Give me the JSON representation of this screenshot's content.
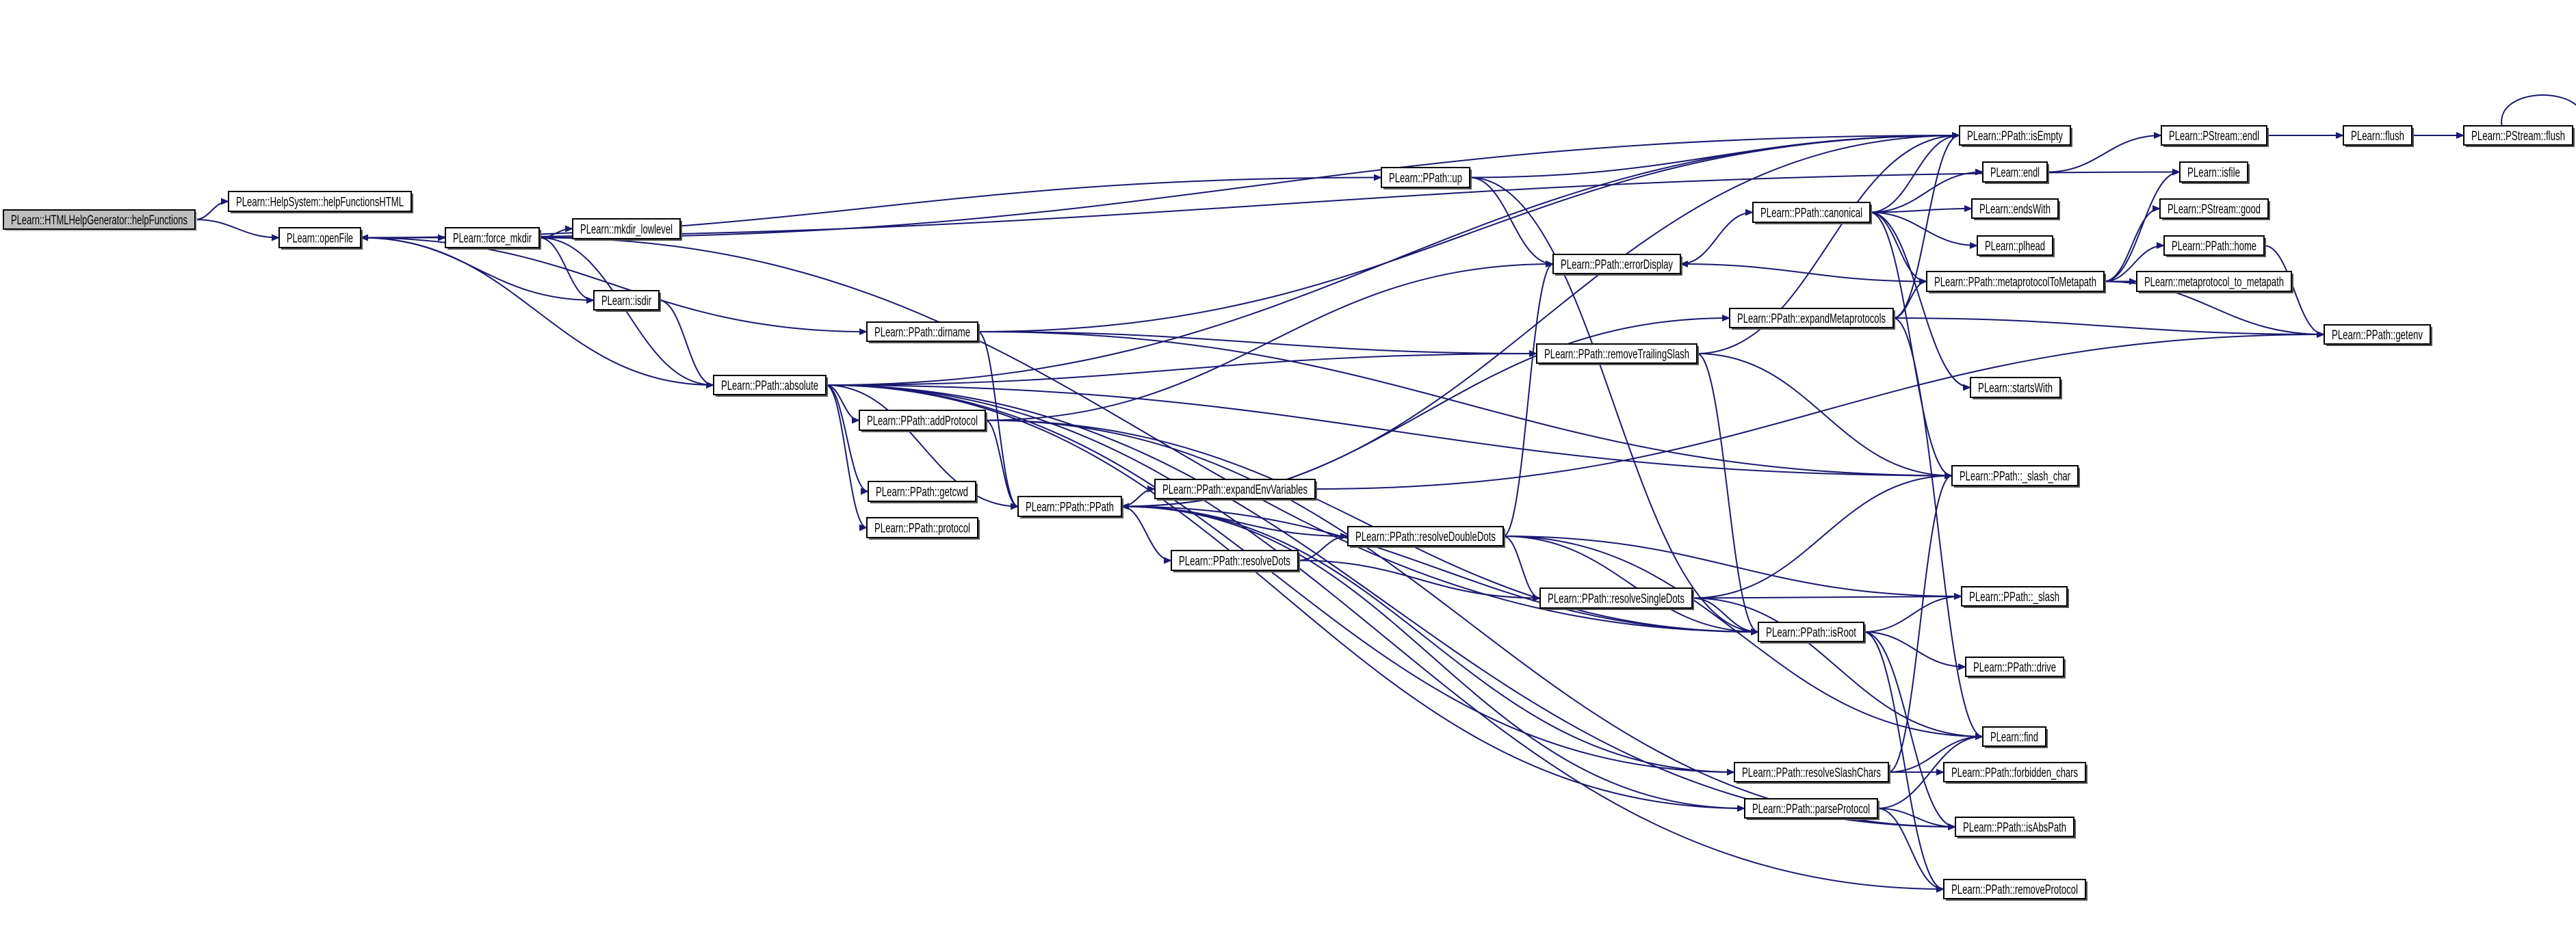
{
  "diagram": {
    "type": "call-graph",
    "colors": {
      "edge": "#191970",
      "root_fill": "#bfbfbf",
      "node_fill": "#ffffff",
      "border": "#000000"
    },
    "nodes": [
      {
        "id": "helpFunctions",
        "label": "PLearn::HTMLHelpGenerator::helpFunctions",
        "root": true
      },
      {
        "id": "helpFunctionsHTML",
        "label": "PLearn::HelpSystem::helpFunctionsHTML"
      },
      {
        "id": "openFile",
        "label": "PLearn::openFile"
      },
      {
        "id": "force_mkdir",
        "label": "PLearn::force_mkdir"
      },
      {
        "id": "mkdir_lowlevel",
        "label": "PLearn::mkdir_lowlevel"
      },
      {
        "id": "isdir",
        "label": "PLearn::isdir"
      },
      {
        "id": "absolute",
        "label": "PLearn::PPath::absolute"
      },
      {
        "id": "up",
        "label": "PLearn::PPath::up"
      },
      {
        "id": "errorDisplay",
        "label": "PLearn::PPath::errorDisplay"
      },
      {
        "id": "dirname",
        "label": "PLearn::PPath::dirname"
      },
      {
        "id": "removeTrailingSlash",
        "label": "PLearn::PPath::removeTrailingSlash"
      },
      {
        "id": "addProtocol",
        "label": "PLearn::PPath::addProtocol"
      },
      {
        "id": "getcwd",
        "label": "PLearn::PPath::getcwd"
      },
      {
        "id": "protocol",
        "label": "PLearn::PPath::protocol"
      },
      {
        "id": "PPath",
        "label": "PLearn::PPath::PPath"
      },
      {
        "id": "expandEnvVariables",
        "label": "PLearn::PPath::expandEnvVariables"
      },
      {
        "id": "resolveDoubleDots",
        "label": "PLearn::PPath::resolveDoubleDots"
      },
      {
        "id": "resolveDots",
        "label": "PLearn::PPath::resolveDots"
      },
      {
        "id": "resolveSingleDots",
        "label": "PLearn::PPath::resolveSingleDots"
      },
      {
        "id": "isEmpty",
        "label": "PLearn::PPath::isEmpty"
      },
      {
        "id": "PStream_endl",
        "label": "PLearn::PStream::endl"
      },
      {
        "id": "flush",
        "label": "PLearn::flush"
      },
      {
        "id": "PStream_flush",
        "label": "PLearn::PStream::flush"
      },
      {
        "id": "endl",
        "label": "PLearn::endl"
      },
      {
        "id": "isfile",
        "label": "PLearn::isfile"
      },
      {
        "id": "canonical",
        "label": "PLearn::PPath::canonical"
      },
      {
        "id": "endsWith",
        "label": "PLearn::endsWith"
      },
      {
        "id": "good",
        "label": "PLearn::PStream::good"
      },
      {
        "id": "plhead",
        "label": "PLearn::plhead"
      },
      {
        "id": "home",
        "label": "PLearn::PPath::home"
      },
      {
        "id": "metaprotocolToMetapath",
        "label": "PLearn::PPath::metaprotocolToMetapath"
      },
      {
        "id": "metaprotocol_to_metapath",
        "label": "PLearn::metaprotocol_to_metapath"
      },
      {
        "id": "expandMetaprotocols",
        "label": "PLearn::PPath::expandMetaprotocols"
      },
      {
        "id": "getenv",
        "label": "PLearn::PPath::getenv"
      },
      {
        "id": "startsWith",
        "label": "PLearn::startsWith"
      },
      {
        "id": "slash_char",
        "label": "PLearn::PPath::_slash_char"
      },
      {
        "id": "slash",
        "label": "PLearn::PPath::_slash"
      },
      {
        "id": "isRoot",
        "label": "PLearn::PPath::isRoot"
      },
      {
        "id": "drive",
        "label": "PLearn::PPath::drive"
      },
      {
        "id": "find",
        "label": "PLearn::find"
      },
      {
        "id": "resolveSlashChars",
        "label": "PLearn::PPath::resolveSlashChars"
      },
      {
        "id": "forbidden_chars",
        "label": "PLearn::PPath::forbidden_chars"
      },
      {
        "id": "parseProtocol",
        "label": "PLearn::PPath::parseProtocol"
      },
      {
        "id": "isAbsPath",
        "label": "PLearn::PPath::isAbsPath"
      },
      {
        "id": "removeProtocol",
        "label": "PLearn::PPath::removeProtocol"
      }
    ],
    "edges": [
      [
        "helpFunctions",
        "helpFunctionsHTML"
      ],
      [
        "helpFunctions",
        "openFile"
      ],
      [
        "openFile",
        "force_mkdir"
      ],
      [
        "openFile",
        "isdir"
      ],
      [
        "openFile",
        "absolute"
      ],
      [
        "openFile",
        "up"
      ],
      [
        "openFile",
        "dirname"
      ],
      [
        "openFile",
        "isfile"
      ],
      [
        "force_mkdir",
        "mkdir_lowlevel"
      ],
      [
        "force_mkdir",
        "isdir"
      ],
      [
        "force_mkdir",
        "absolute"
      ],
      [
        "force_mkdir",
        "isEmpty"
      ],
      [
        "force_mkdir",
        "isRoot"
      ],
      [
        "force_mkdir",
        "openFile"
      ],
      [
        "isdir",
        "absolute"
      ],
      [
        "absolute",
        "isEmpty"
      ],
      [
        "absolute",
        "removeTrailingSlash"
      ],
      [
        "absolute",
        "addProtocol"
      ],
      [
        "absolute",
        "getcwd"
      ],
      [
        "absolute",
        "protocol"
      ],
      [
        "absolute",
        "PPath"
      ],
      [
        "absolute",
        "isAbsPath"
      ],
      [
        "absolute",
        "removeProtocol"
      ],
      [
        "absolute",
        "parseProtocol"
      ],
      [
        "absolute",
        "resolveSlashChars"
      ],
      [
        "absolute",
        "slash_char"
      ],
      [
        "dirname",
        "isEmpty"
      ],
      [
        "dirname",
        "removeTrailingSlash"
      ],
      [
        "dirname",
        "PPath"
      ],
      [
        "dirname",
        "slash_char"
      ],
      [
        "addProtocol",
        "errorDisplay"
      ],
      [
        "addProtocol",
        "PPath"
      ],
      [
        "addProtocol",
        "isRoot"
      ],
      [
        "addProtocol",
        "isAbsPath"
      ],
      [
        "up",
        "isEmpty"
      ],
      [
        "up",
        "errorDisplay"
      ],
      [
        "up",
        "isRoot"
      ],
      [
        "errorDisplay",
        "canonical"
      ],
      [
        "removeTrailingSlash",
        "isEmpty"
      ],
      [
        "removeTrailingSlash",
        "isRoot"
      ],
      [
        "removeTrailingSlash",
        "slash_char"
      ],
      [
        "PPath",
        "expandEnvVariables"
      ],
      [
        "PPath",
        "resolveDots"
      ],
      [
        "PPath",
        "expandMetaprotocols"
      ],
      [
        "PPath",
        "isEmpty"
      ],
      [
        "expandEnvVariables",
        "getenv"
      ],
      [
        "resolveDots",
        "resolveDoubleDots"
      ],
      [
        "resolveDots",
        "resolveSingleDots"
      ],
      [
        "resolveDoubleDots",
        "PPath"
      ],
      [
        "resolveDoubleDots",
        "errorDisplay"
      ],
      [
        "resolveDoubleDots",
        "slash"
      ],
      [
        "resolveDoubleDots",
        "resolveSingleDots"
      ],
      [
        "resolveDoubleDots",
        "isRoot"
      ],
      [
        "resolveDoubleDots",
        "find"
      ],
      [
        "resolveSingleDots",
        "slash"
      ],
      [
        "resolveSingleDots",
        "isRoot"
      ],
      [
        "resolveSingleDots",
        "find"
      ],
      [
        "resolveSingleDots",
        "slash_char"
      ],
      [
        "isRoot",
        "slash"
      ],
      [
        "isRoot",
        "drive"
      ],
      [
        "isRoot",
        "PPath"
      ],
      [
        "isRoot",
        "isAbsPath"
      ],
      [
        "isRoot",
        "removeProtocol"
      ],
      [
        "resolveSlashChars",
        "find"
      ],
      [
        "resolveSlashChars",
        "forbidden_chars"
      ],
      [
        "resolveSlashChars",
        "PPath"
      ],
      [
        "resolveSlashChars",
        "slash_char"
      ],
      [
        "parseProtocol",
        "find"
      ],
      [
        "parseProtocol",
        "isAbsPath"
      ],
      [
        "parseProtocol",
        "removeProtocol"
      ],
      [
        "parseProtocol",
        "PPath"
      ],
      [
        "canonical",
        "isEmpty"
      ],
      [
        "canonical",
        "endl"
      ],
      [
        "canonical",
        "endsWith"
      ],
      [
        "canonical",
        "plhead"
      ],
      [
        "canonical",
        "metaprotocolToMetapath"
      ],
      [
        "canonical",
        "startsWith"
      ],
      [
        "canonical",
        "slash_char"
      ],
      [
        "metaprotocolToMetapath",
        "errorDisplay"
      ],
      [
        "metaprotocolToMetapath",
        "isfile"
      ],
      [
        "metaprotocolToMetapath",
        "good"
      ],
      [
        "metaprotocolToMetapath",
        "home"
      ],
      [
        "metaprotocolToMetapath",
        "metaprotocol_to_metapath"
      ],
      [
        "metaprotocolToMetapath",
        "getenv"
      ],
      [
        "expandMetaprotocols",
        "metaprotocolToMetapath"
      ],
      [
        "expandMetaprotocols",
        "getenv"
      ],
      [
        "expandMetaprotocols",
        "isEmpty"
      ],
      [
        "expandMetaprotocols",
        "find"
      ],
      [
        "endl",
        "PStream_endl"
      ],
      [
        "PStream_endl",
        "flush"
      ],
      [
        "flush",
        "PStream_flush"
      ],
      [
        "PStream_flush",
        "PStream_flush"
      ],
      [
        "home",
        "getenv"
      ]
    ]
  }
}
